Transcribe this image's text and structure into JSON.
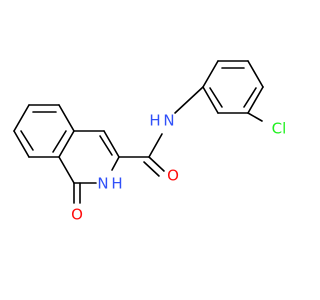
{
  "molecule": {
    "atoms": {
      "nh_amide": {
        "label": "N",
        "sub": "H",
        "color": "#3050f8"
      },
      "o_amide": {
        "label": "O",
        "color": "#ff0d0d"
      },
      "nh_ring": {
        "label": "N",
        "sub": "H",
        "color": "#3050f8"
      },
      "o_ring": {
        "label": "O",
        "color": "#ff0d0d"
      },
      "cl": {
        "label": "Cl",
        "color": "#1ff01f"
      }
    }
  }
}
